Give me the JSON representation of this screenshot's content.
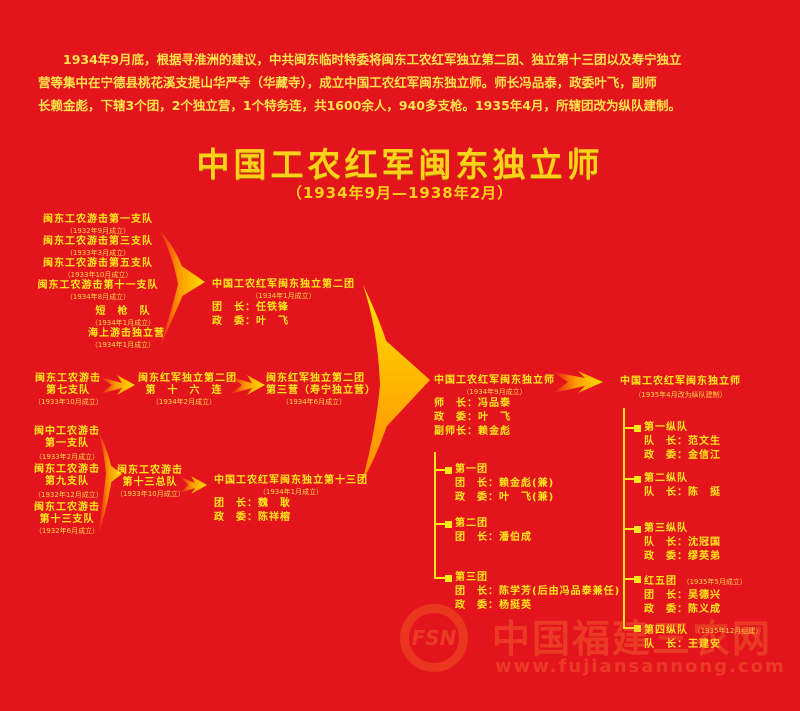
{
  "intro": [
    "　　1934年9月底，根据寻淮洲的建议，中共闽东临时特委将闽东工农红军独立第二团、独立第十三团以及寿宁独立",
    "营等集中在宁德县桃花溪支提山华严寺（华藏寺），成立中国工农红军闽东独立师。师长冯品泰，政委叶飞，副师",
    "长赖金彪，下辖3个团，2个独立营，1个特务连，共1600余人，940多支枪。1935年4月，所辖团改为纵队建制。"
  ],
  "title": "中国工农红军闽东独立师",
  "subtitle": "（1934年9月—1938年2月）",
  "group1": [
    {
      "name": "闽东工农游击第一支队",
      "date": "（1932年9月成立）"
    },
    {
      "name": "闽东工农游击第三支队",
      "date": "（1933年3月成立）"
    },
    {
      "name": "闽东工农游击第五支队",
      "date": "（1933年10月成立）"
    },
    {
      "name": "闽东工农游击第十一支队",
      "date": "（1934年8月成立）"
    },
    {
      "name": "短　枪　队",
      "date": "（1934年1月成立）"
    },
    {
      "name": "海上游击独立营",
      "date": "（1934年1月成立）"
    }
  ],
  "regiment2": {
    "name": "中国工农红军闽东独立第二团",
    "date": "（1934年1月成立）",
    "lines": [
      "团　长：任铁锋",
      "政　委：叶　飞"
    ]
  },
  "row2": [
    {
      "lines": [
        "闽东工农游击",
        "第七支队"
      ],
      "date": "（1933年10月成立）"
    },
    {
      "lines": [
        "闽东红军独立第二团",
        "第　十　六　连"
      ],
      "date": "（1934年2月成立）"
    },
    {
      "lines": [
        "闽东红军独立第二团",
        "第三营（寿宁独立营）"
      ],
      "date": "（1934年6月成立）"
    }
  ],
  "group3": [
    {
      "lines": [
        "闽中工农游击",
        "第一支队"
      ],
      "date": "（1933年2月成立）"
    },
    {
      "lines": [
        "闽东工农游击",
        "第九支队"
      ],
      "date": "（1932年12月成立）"
    },
    {
      "lines": [
        "闽东工农游击",
        "第十三支队"
      ],
      "date": "（1932年6月成立）"
    }
  ],
  "corps13": {
    "lines": [
      "闽东工农游击",
      "第十三总队"
    ],
    "date": "（1933年10月成立）"
  },
  "regiment13": {
    "name": "中国工农红军闽东独立第十三团",
    "date": "（1934年1月成立）",
    "lines": [
      "团　长：魏　耿",
      "政　委：陈祥榕"
    ]
  },
  "division": {
    "name": "中国工农红军闽东独立师",
    "date": "（1934年9月成立）",
    "lines": [
      "师　长：冯品泰",
      "政　委：叶　飞",
      "副师长：赖金彪"
    ],
    "units": [
      {
        "name": "第一团",
        "lines": [
          "团　长：赖金彪(兼)",
          "政　委：叶　飞(兼)"
        ]
      },
      {
        "name": "第二团",
        "lines": [
          "团　长：潘伯成"
        ]
      },
      {
        "name": "第三团",
        "lines": [
          "团　长：陈学芳(后由冯品泰兼任)",
          "政　委：杨挺英"
        ]
      }
    ]
  },
  "division1935": {
    "name": "中国工农红军闽东独立师",
    "date": "（1935年4月改为纵队建制）",
    "units": [
      {
        "name": "第一纵队",
        "note": "",
        "lines": [
          "队　长：范文生",
          "政　委：金信江"
        ]
      },
      {
        "name": "第二纵队",
        "note": "",
        "lines": [
          "队　长：陈　挺"
        ]
      },
      {
        "name": "第三纵队",
        "note": "",
        "lines": [
          "队　长：沈冠国",
          "政　委：缪英弟"
        ]
      },
      {
        "name": "红五团",
        "note": "（1935年5月成立）",
        "lines": [
          "团　长：吴德兴",
          "政　委：陈义成"
        ]
      },
      {
        "name": "第四纵队",
        "note": "（1935年12月组建）",
        "lines": [
          "队　长：王建安"
        ]
      }
    ]
  },
  "watermark": {
    "logo": "FSN",
    "name": "中国福建三农网",
    "url": "www.fujiansannong.com"
  },
  "colors": {
    "background": "#e3141c",
    "text": "#ffe81a",
    "arrow": "#ffb400"
  }
}
